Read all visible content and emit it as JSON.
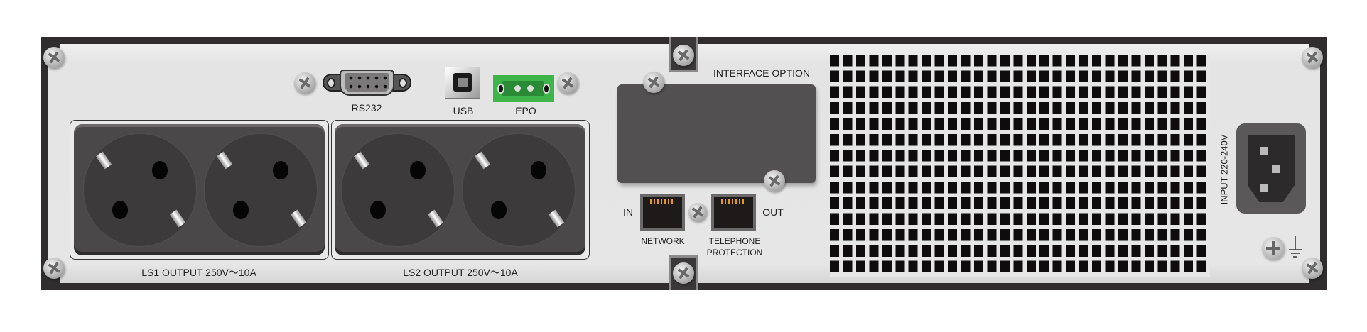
{
  "ports": {
    "rs232_label": "RS232",
    "usb_label": "USB",
    "epo_label": "EPO",
    "interface_option_label": "INTERFACE OPTION",
    "in_label": "IN",
    "out_label": "OUT",
    "network_label": "NETWORK",
    "telephone_label_line1": "TELEPHONE",
    "telephone_label_line2": "PROTECTION",
    "input_label": "INPUT 220-240V"
  },
  "outputs": [
    {
      "label": "LS1 OUTPUT  250V〜10A"
    },
    {
      "label": "LS2 OUTPUT  250V〜10A"
    }
  ],
  "colors": {
    "epo": "#3db54a",
    "panel": "#e6e6e6",
    "frame": "#2f2d2d"
  }
}
